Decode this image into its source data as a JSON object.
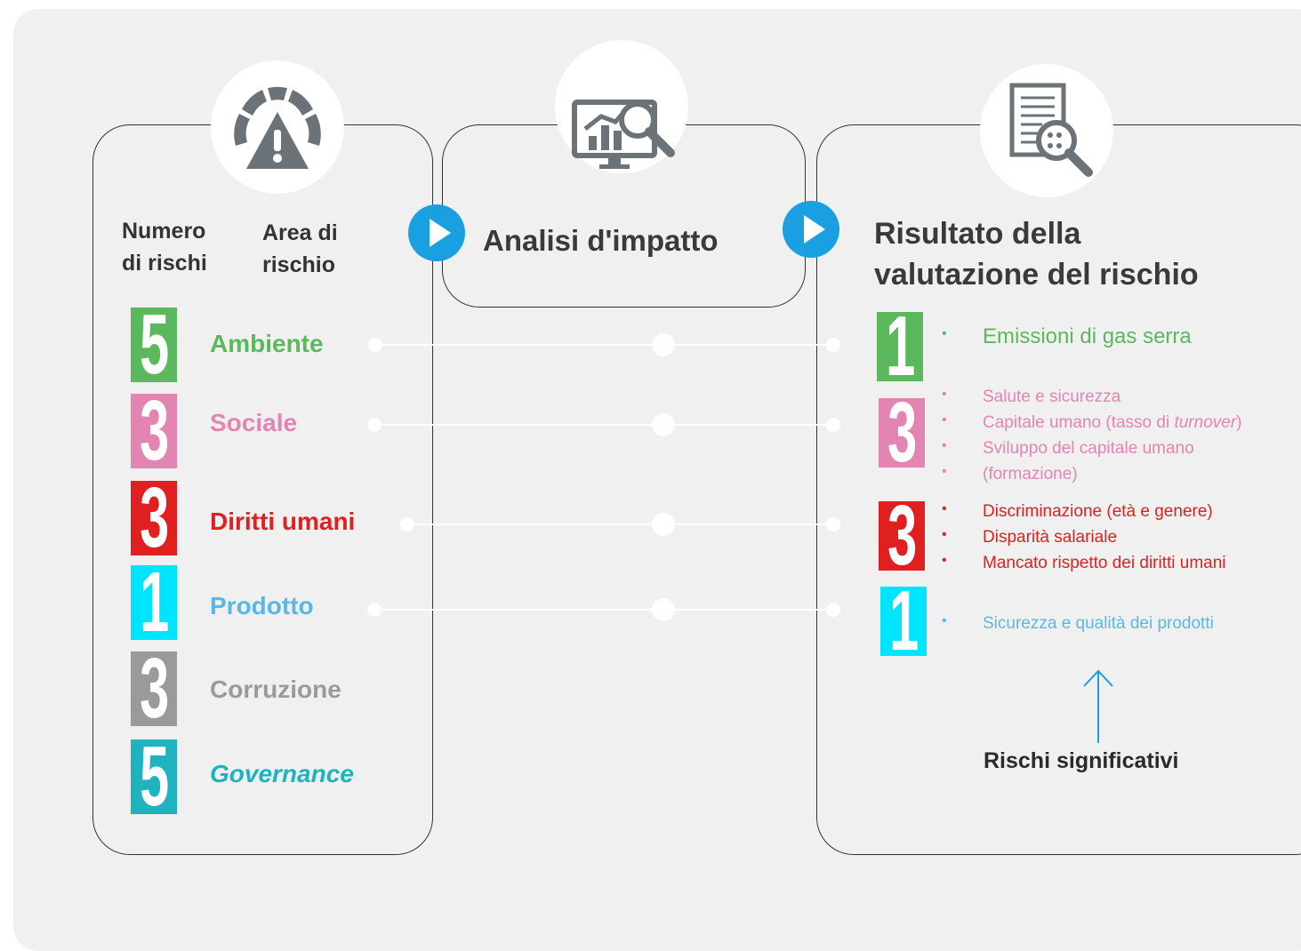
{
  "colors": {
    "green": "#5cb85c",
    "pink": "#e285b2",
    "red": "#e02020",
    "light_blue": "#5ab8e6",
    "cyan_fill": "#00e5ff",
    "gray": "#9a9a9a",
    "teal": "#1fb3bf",
    "play_blue": "#1a9fe0",
    "icon_gray": "#6c7378"
  },
  "left_panel": {
    "icon": "risk-gauge-warning-icon",
    "header_count": "Numero\ndi rischi",
    "header_area": "Area di\nrischio",
    "rows": [
      {
        "count": "5",
        "label": "Ambiente",
        "color": "#5cb85c"
      },
      {
        "count": "3",
        "label": "Sociale",
        "color": "#e285b2"
      },
      {
        "count": "3",
        "label": "Diritti umani",
        "color": "#e02020"
      },
      {
        "count": "1",
        "label": "Prodotto",
        "color": "#5ab8e6"
      },
      {
        "count": "3",
        "label": "Corruzione",
        "color": "#9a9a9a"
      },
      {
        "count": "5",
        "label": "Governance",
        "color": "#1fb3bf"
      }
    ]
  },
  "middle_panel": {
    "icon": "monitor-chart-magnifier-icon",
    "title": "Analisi d'impatto"
  },
  "right_panel": {
    "icon": "document-magnifier-icon",
    "title_line1": "Risultato della",
    "title_line2": "valutazione del rischio",
    "results": [
      {
        "count": "1",
        "color": "#5cb85c",
        "items": [
          "Emissioni di gas serra"
        ]
      },
      {
        "count": "3",
        "color": "#e285b2",
        "items": [
          "Salute e sicurezza",
          "Capitale umano (tasso di ",
          "turnover",
          ")",
          "Sviluppo del capitale umano",
          "(formazione)"
        ]
      },
      {
        "count": "3",
        "color": "#e02020",
        "items": [
          "Discriminazione (età e genere)",
          "Disparità salariale",
          "Mancato rispetto dei diritti umani"
        ]
      },
      {
        "count": "1",
        "color": "#5ab8e6",
        "items": [
          "Sicurezza e qualità dei prodotti"
        ]
      }
    ],
    "significant_label": "Rischi significativi"
  }
}
